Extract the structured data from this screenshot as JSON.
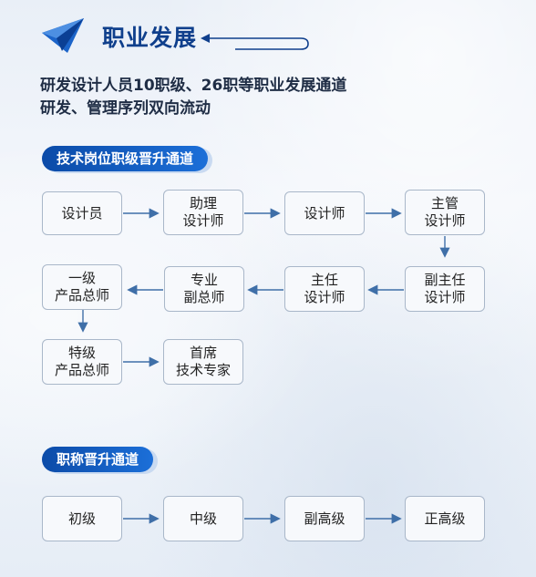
{
  "header": {
    "title": "职业发展"
  },
  "intro": {
    "line1": "研发设计人员10职级、26职等职业发展通道",
    "line2": "研发、管理序列双向流动"
  },
  "tech_track": {
    "label": "技术岗位职级晋升通道",
    "nodes": [
      "设计员",
      "助理\n设计师",
      "设计师",
      "主管\n设计师",
      "副主任\n设计师",
      "主任\n设计师",
      "专业\n副总师",
      "一级\n产品总师",
      "特级\n产品总师",
      "首席\n技术专家"
    ]
  },
  "title_track": {
    "label": "职称晋升通道",
    "nodes": [
      "初级",
      "中级",
      "副高级",
      "正高级"
    ]
  },
  "colors": {
    "accent": "#0b4ba8",
    "arrow": "#3f6fa8",
    "node_border": "#a9b7c9"
  },
  "icons": {
    "header": "paper-plane-icon",
    "title_deco": "curved-arrow-icon"
  }
}
